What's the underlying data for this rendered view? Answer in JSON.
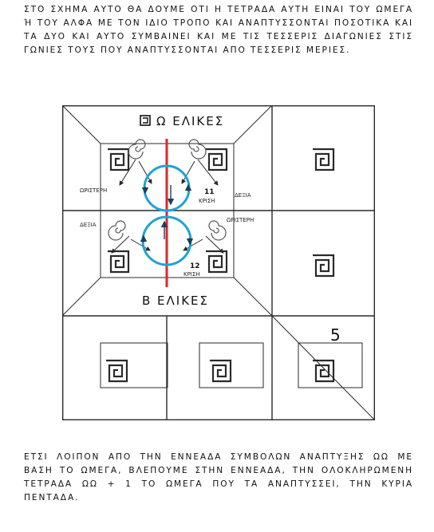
{
  "paragraph_top": "ΣΤΟ ΣΧΗΜΑ ΑΥΤΟ ΘΑ ΔΟΥΜΕ ΟΤΙ Η ΤΕΤΡΑΔΑ ΑΥΤΗ ΕΙΝΑΙ ΤΟΥ ΩΜΕΓΑ Ή ΤΟΥ ΑΛΦΑ ΜΕ ΤΟΝ ΙΔΙΟ ΤΡΟΠΟ ΚΑΙ ΑΝΑΠΤΥΣΣΟΝΤΑΙ ΠΟΣΟΤΙΚΑ ΚΑΙ ΤΑ ΔΥΟ ΚΑΙ ΑΥΤΟ ΣΥΜΒΑΙΝΕΙ ΚΑΙ ΜΕ ΤΙΣ ΤΕΣΣΕΡΙΣ ΔΙΑΓΩΝΙΕΣ ΣΤΙΣ ΓΩΝΙΕΣ ΤΟΥΣ ΠΟΥ ΑΝΑΠΤΥΣΣΟΝΤΑΙ ΑΠΟ ΤΕΣΣΕΡΙΣ ΜΕΡΙΕΣ.",
  "paragraph_bottom": "ΕΤΣΙ ΛΟΙΠΟΝ ΑΠΟ ΤΗΝ ΕΝΝΕΑΔΑ ΣΥΜΒΟΛΩΝ ΑΝΑΠΤΥΞΗΣ ΩΩ ΜΕ ΒΑΣΗ ΤΟ ΩΜΕΓΑ, ΒΛΕΠΟΥΜΕ ΣΤΗΝ ΕΝΝΕΑΔΑ, ΤΗΝ ΟΛΟΚΛΗΡΩΜΕΝΗ ΤΕΤΡΑΔΑ ΩΩ + 1 ΤΟ ΩΜΕΓΑ ΠΟΥ ΤΑ ΑΝΑΠΤΥΣΣΕΙ, ΤΗΝ ΚΥΡΙΑ ΠΕΝΤΑΔΑ.",
  "figure": {
    "top_heading": "Ω ΕΛΙΚΕΣ",
    "bottom_heading": "Β ΕΛΙΚΕΣ",
    "upper_left_label": "ΩΡΙΣΤΕΡΗ",
    "upper_right_label": "ΔΕΞΙΑ",
    "upper_number": "11",
    "upper_caption": "ΚΡΙΣΗ",
    "lower_left_label": "ΔΕΞΙΑ",
    "lower_right_label": "ΩΡΙΣΤΕΡΗ",
    "lower_number": "12",
    "lower_caption": "ΚΡΙΣΗ",
    "corner_number": "5",
    "colors": {
      "line": "#2a2a2a",
      "axis": "#e0262a",
      "loop": "#1fa3d6"
    }
  }
}
